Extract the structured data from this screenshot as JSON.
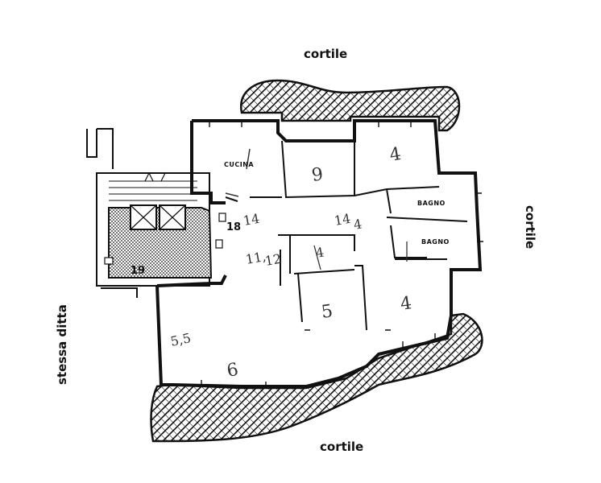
{
  "labels": {
    "top_courtyard": "cortile",
    "right_courtyard": "cortile",
    "bottom_courtyard": "cortile",
    "left_side": "stessa ditta"
  },
  "rooms": {
    "kitchen": "CUCINA",
    "bath_1": "BAGNO",
    "bath_2": "BAGNO"
  },
  "numbers": {
    "unit_18": "18",
    "unit_19": "19"
  },
  "colors": {
    "ink": "#111111",
    "paper": "#ffffff"
  }
}
